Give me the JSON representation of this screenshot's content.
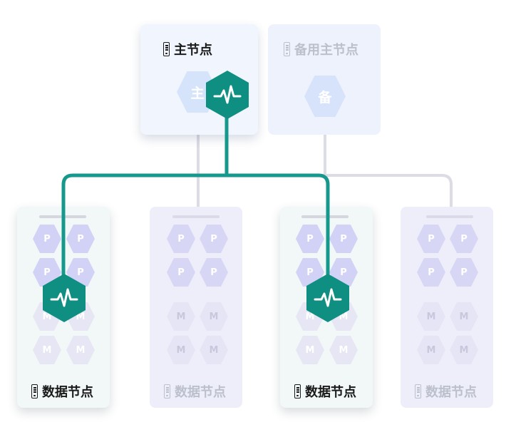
{
  "diagram": {
    "master_node": {
      "title": "主节点",
      "badge": "主"
    },
    "standby_master_node": {
      "title": "备用主节点",
      "badge": "备"
    },
    "data_nodes": [
      {
        "title": "数据节点",
        "state": "active",
        "primaries": [
          "P",
          "P",
          "P",
          "P"
        ],
        "mirrors": [
          "M",
          "M",
          "M",
          "M"
        ]
      },
      {
        "title": "数据节点",
        "state": "inactive",
        "primaries": [
          "P",
          "P",
          "P",
          "P"
        ],
        "mirrors": [
          "M",
          "M",
          "M",
          "M"
        ]
      },
      {
        "title": "数据节点",
        "state": "active",
        "primaries": [
          "P",
          "P",
          "P",
          "P"
        ],
        "mirrors": [
          "M",
          "M",
          "M",
          "M"
        ]
      },
      {
        "title": "数据节点",
        "state": "inactive",
        "primaries": [
          "P",
          "P",
          "P",
          "P"
        ],
        "mirrors": [
          "M",
          "M",
          "M",
          "M"
        ]
      }
    ],
    "icons": {
      "node": "server-icon",
      "health": "pulse-icon"
    },
    "colors": {
      "active_link": "#16998c",
      "inactive_link": "#dcdce4",
      "primary_hex": "#d2d2f6",
      "mirror_hex": "#e3e3f5",
      "health_hex": "#0f8e82"
    }
  }
}
